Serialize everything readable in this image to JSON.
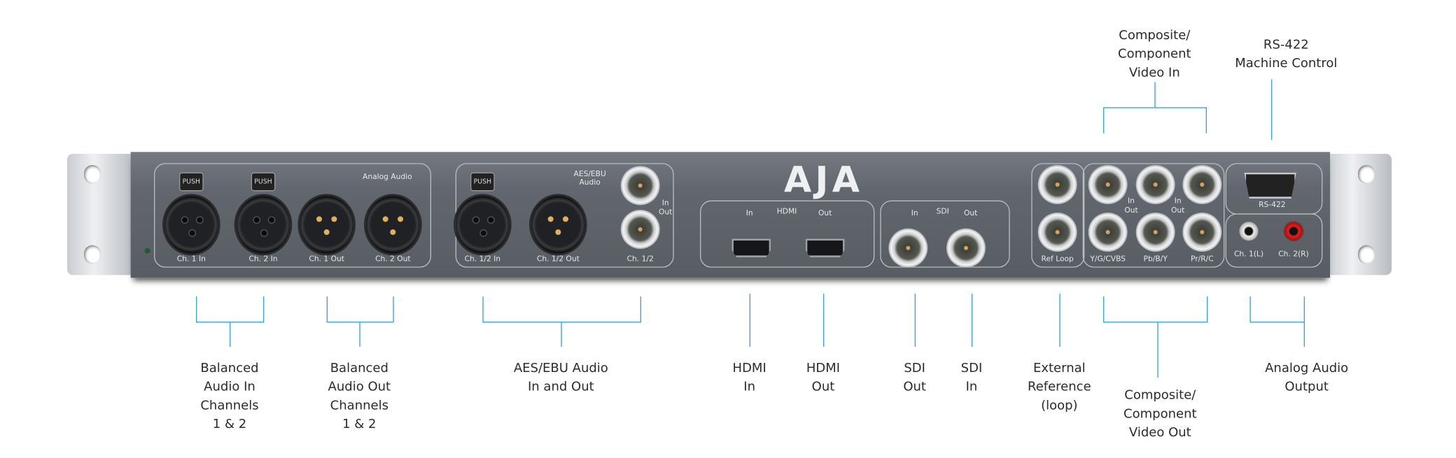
{
  "device": {
    "logo": "AJA",
    "analog_audio": {
      "title": "Analog Audio",
      "push": "PUSH",
      "ports": [
        "Ch. 1 In",
        "Ch. 2 In",
        "Ch. 1 Out",
        "Ch. 2 Out"
      ]
    },
    "aes": {
      "title": "AES/EBU\nAudio",
      "ports": [
        "Ch. 1/2 In",
        "Ch. 1/2 Out",
        "Ch. 1/2"
      ],
      "in": "In",
      "out": "Out"
    },
    "hdmi": {
      "title": "HDMI",
      "in": "In",
      "out": "Out"
    },
    "sdi": {
      "title": "SDI",
      "in": "In",
      "out": "Out"
    },
    "video": {
      "ref": "Ref Loop",
      "ports": [
        "Y/G/CVBS",
        "Pb/B/Y",
        "Pr/R/C"
      ],
      "in": "In",
      "out": "Out"
    },
    "rs422": "RS-422",
    "analog_out": [
      "Ch. 1(L)",
      "Ch. 2(R)"
    ]
  },
  "callouts": {
    "balanced_in": "Balanced\nAudio In\nChannels\n1 & 2",
    "balanced_out": "Balanced\nAudio Out\nChannels\n1 & 2",
    "aes": "AES/EBU Audio\nIn and Out",
    "hdmi_in": "HDMI\nIn",
    "hdmi_out": "HDMI\nOut",
    "sdi_out": "SDI\nOut",
    "sdi_in": "SDI\nIn",
    "ext_ref": "External\nReference\n(loop)",
    "comp_out": "Composite/\nComponent\nVideo Out",
    "analog_out": "Analog Audio\nOutput",
    "comp_in": "Composite/\nComponent\nVideo In",
    "rs422": "RS-422\nMachine Control"
  },
  "colors": {
    "callout_line": "#3b9fd8",
    "panel": "#62666e"
  }
}
